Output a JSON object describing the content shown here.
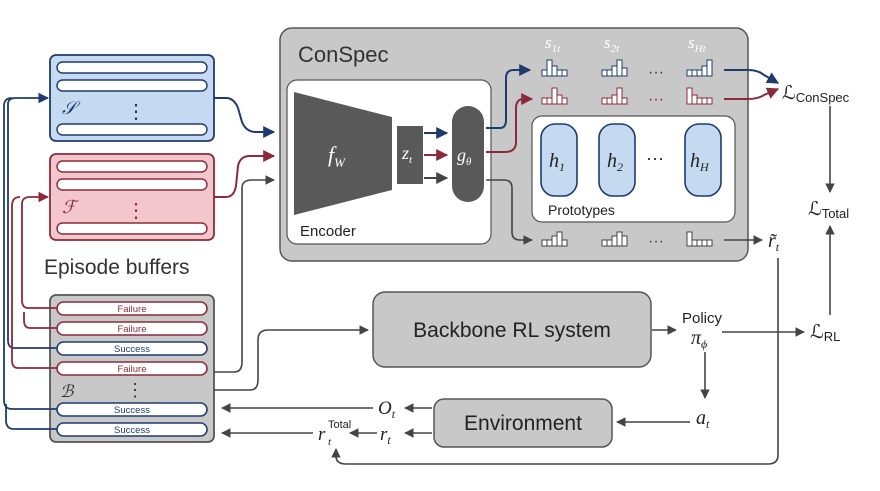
{
  "consper_title": "ConSpec",
  "encoder_label": "Encoder",
  "prototypes_label": "Prototypes",
  "episode_buffers_label": "Episode buffers",
  "backbone_label": "Backbone RL system",
  "environment_label": "Environment",
  "policy_label": "Policy",
  "math": {
    "f_w": "f",
    "f_w_sub": "W",
    "z_t": "z",
    "z_t_sub": "t",
    "g_theta": "g",
    "g_theta_sub": "θ",
    "s1": "s",
    "s1_sub": "1t",
    "s2": "s",
    "s2_sub": "2t",
    "sH": "s",
    "sH_sub": "Ht",
    "h1": "h",
    "h1_sub": "1",
    "h2": "h",
    "h2_sub": "2",
    "hH": "h",
    "hH_sub": "H",
    "L": "ℒ",
    "L_consper_sub": "ConSpec",
    "L_total_sub": "Total",
    "L_rl_sub": "RL",
    "r_tilde": "r̃",
    "r_tilde_sub": "t",
    "pi": "π",
    "pi_sub": "ϕ",
    "a": "a",
    "a_sub": "t",
    "O": "O",
    "O_sub": "t",
    "r": "r",
    "r_sub": "t",
    "r_total": "r",
    "r_total_sub": "t",
    "r_total_sup": "Total",
    "S": "𝒮",
    "F": "ℱ",
    "B": "ℬ"
  },
  "buffer_b_rows": [
    "Failure",
    "Failure",
    "Success",
    "Failure",
    "Success",
    "Success"
  ],
  "ellipsis": "⋮",
  "hdots": "···",
  "colors": {
    "blue": "#1f3b6e",
    "blue_fill": "#c5d9f1",
    "red": "#8b2a3a",
    "red_fill": "#f2c6cc",
    "gray_fill": "#c8c8c8",
    "dark_gray": "#595959",
    "line": "#444444"
  }
}
